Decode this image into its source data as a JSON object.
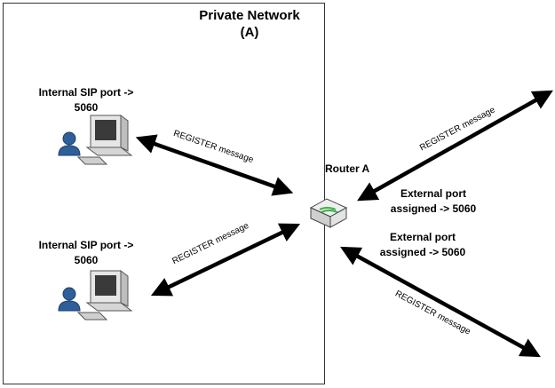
{
  "network": {
    "title_line1": "Private Network",
    "title_line2": "(A)"
  },
  "hosts": [
    {
      "label_line1": "Internal SIP port ->",
      "label_line2": "5060",
      "icon": "computer-user-icon"
    },
    {
      "label_line1": "Internal SIP port ->",
      "label_line2": "5060",
      "icon": "computer-user-icon"
    }
  ],
  "router": {
    "label": "Router A",
    "icon": "router-icon"
  },
  "external": [
    {
      "label_line1": "External port",
      "label_line2": "assigned -> 5060"
    },
    {
      "label_line1": "External port",
      "label_line2": "assigned -> 5060"
    }
  ],
  "messages": [
    "REGISTER message",
    "REGISTER message",
    "REGISTER message",
    "REGISTER message"
  ],
  "colors": {
    "arrow": "#000000",
    "frame": "#333333",
    "router_accent": "#3fae49"
  }
}
